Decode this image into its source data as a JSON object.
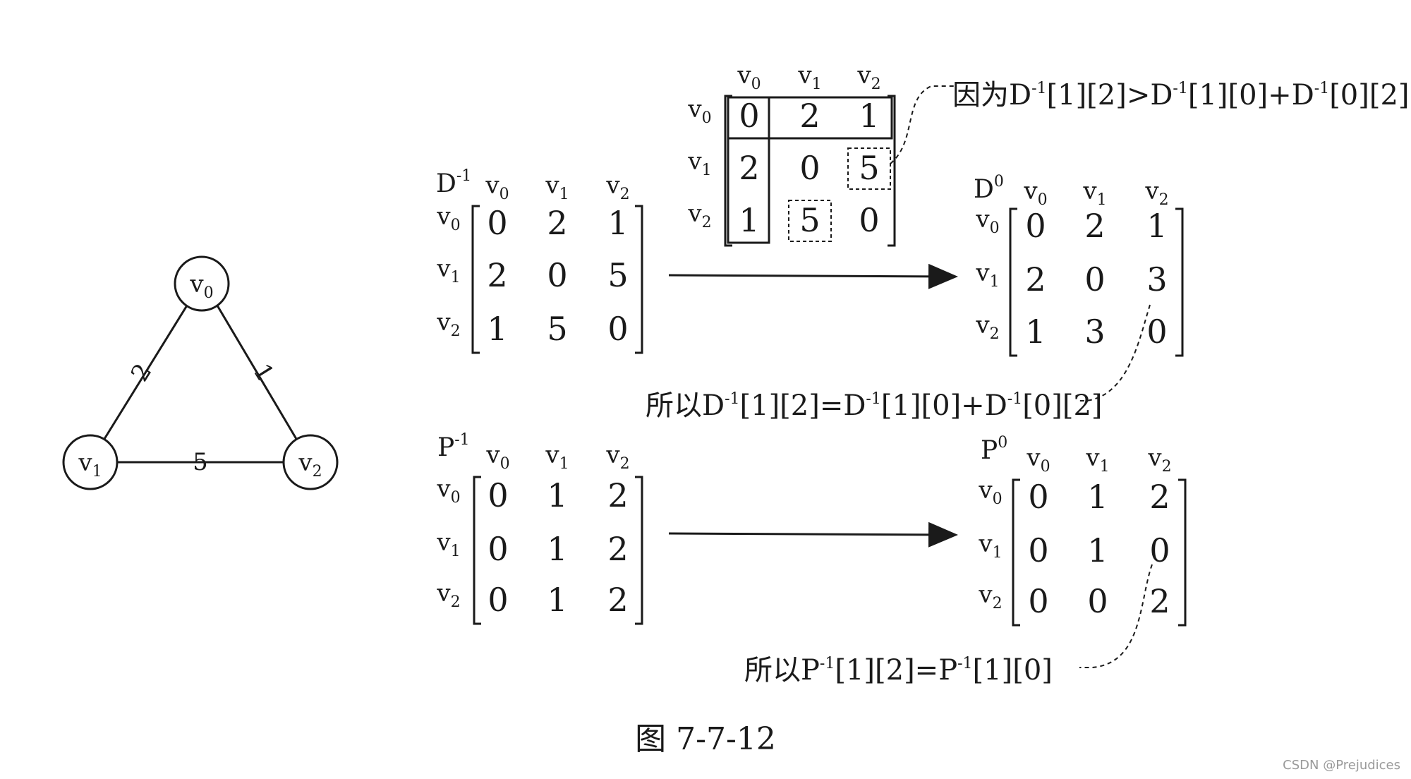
{
  "graph": {
    "vertices": [
      {
        "label": "v",
        "sub": "0"
      },
      {
        "label": "v",
        "sub": "1"
      },
      {
        "label": "v",
        "sub": "2"
      }
    ],
    "edges": [
      {
        "from": 0,
        "to": 1,
        "weight": "2"
      },
      {
        "from": 0,
        "to": 2,
        "weight": "1"
      },
      {
        "from": 1,
        "to": 2,
        "weight": "5"
      }
    ]
  },
  "matrix_header": [
    "v",
    "v",
    "v"
  ],
  "matrix_header_subs": [
    "0",
    "1",
    "2"
  ],
  "d_before": {
    "name": "D",
    "sup": "-1",
    "rows": [
      [
        "0",
        "2",
        "1"
      ],
      [
        "2",
        "0",
        "5"
      ],
      [
        "1",
        "5",
        "0"
      ]
    ]
  },
  "d_after": {
    "name": "D",
    "sup": "0",
    "rows": [
      [
        "0",
        "2",
        "1"
      ],
      [
        "2",
        "0",
        "3"
      ],
      [
        "1",
        "3",
        "0"
      ]
    ]
  },
  "d_inset": {
    "rows": [
      [
        "0",
        "2",
        "1"
      ],
      [
        "2",
        "0",
        "5"
      ],
      [
        "1",
        "5",
        "0"
      ]
    ],
    "highlighted": [
      [
        1,
        2
      ],
      [
        2,
        1
      ]
    ]
  },
  "p_before": {
    "name": "P",
    "sup": "-1",
    "rows": [
      [
        "0",
        "1",
        "2"
      ],
      [
        "0",
        "1",
        "2"
      ],
      [
        "0",
        "1",
        "2"
      ]
    ]
  },
  "p_after": {
    "name": "P",
    "sup": "0",
    "rows": [
      [
        "0",
        "1",
        "2"
      ],
      [
        "0",
        "1",
        "0"
      ],
      [
        "0",
        "0",
        "2"
      ]
    ]
  },
  "notes": {
    "because": {
      "prefix": "因为D",
      "parts": [
        {
          "sup": "-1",
          "text": "[1][2]>D"
        },
        {
          "sup": "-1",
          "text": "[1][0]+D"
        },
        {
          "sup": "-1",
          "text": "[0][2]"
        }
      ]
    },
    "so_d": {
      "prefix": "所以D",
      "parts": [
        {
          "sup": "-1",
          "text": "[1][2]=D"
        },
        {
          "sup": "-1",
          "text": "[1][0]+D"
        },
        {
          "sup": "-1",
          "text": "[0][2]"
        }
      ]
    },
    "so_p": {
      "prefix": "所以P",
      "parts": [
        {
          "sup": "-1",
          "text": "[1][2]=P"
        },
        {
          "sup": "-1",
          "text": "[1][0]"
        }
      ]
    }
  },
  "caption": "图 7-7-12",
  "watermark": "CSDN @Prejudices"
}
